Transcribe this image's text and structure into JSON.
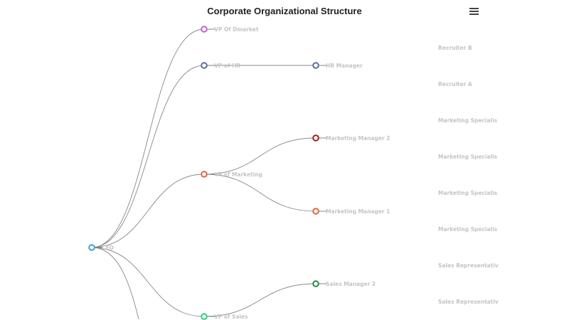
{
  "title": "Corporate Organizational Structure",
  "toolbar": {
    "menu_icon": "hamburger-menu-icon"
  },
  "edge_color": "#888888",
  "label_color": "#c4c4c4",
  "tree": {
    "nodes": [
      {
        "id": "ceo",
        "label": "CEO",
        "color": "#3ba0e0"
      },
      {
        "id": "dmarket",
        "label": "VP Of Dmarket",
        "color": "#c060d8",
        "parent": "ceo"
      },
      {
        "id": "hr",
        "label": "VP of HR",
        "color": "#5a6fa0",
        "parent": "ceo"
      },
      {
        "id": "hrm",
        "label": "HR Manager",
        "color": "#5a6fa0",
        "parent": "hr"
      },
      {
        "id": "mkt",
        "label": "VP of Marketing",
        "color": "#e8643c",
        "parent": "ceo"
      },
      {
        "id": "mm2",
        "label": "Marketing Manager 2",
        "color": "#a02010",
        "parent": "mkt"
      },
      {
        "id": "mm1",
        "label": "Marketing Manager 1",
        "color": "#e8643c",
        "parent": "mkt"
      },
      {
        "id": "sales",
        "label": "VP of Sales",
        "color": "#30d080",
        "parent": "ceo"
      },
      {
        "id": "sm2",
        "label": "Sales Manager 2",
        "color": "#1a9040",
        "parent": "sales"
      }
    ],
    "leaf_labels": [
      "Recruiter B",
      "Recruiter A",
      "Marketing Specialis",
      "Marketing Specialis",
      "Marketing Specialis",
      "Marketing Specialis",
      "Sales Representativ",
      "Sales Representativ"
    ]
  }
}
